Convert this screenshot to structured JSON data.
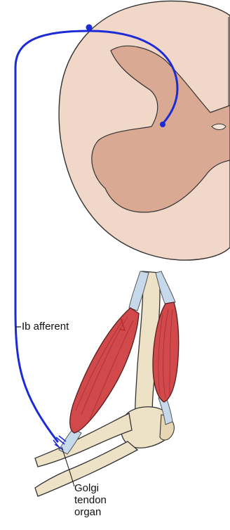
{
  "labels": {
    "afferent": "Ib afferent",
    "organ_line1": "Golgi",
    "organ_line2": "tendon",
    "organ_line3": "organ"
  },
  "colors": {
    "nerve": "#1c2bd6",
    "white_matter": "#f1d7c8",
    "gray_matter": "#d9a993",
    "muscle": "#d2494b",
    "bone": "#eee2c6",
    "tendon": "#c5d9ea",
    "outline": "#333333"
  }
}
